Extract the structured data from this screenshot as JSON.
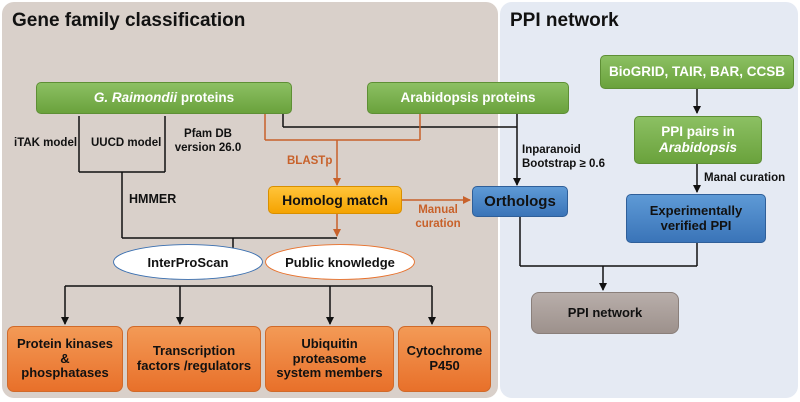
{
  "panels": {
    "left_title": "Gene family classification",
    "right_title": "PPI network"
  },
  "nodes": {
    "g_raimondii": {
      "italic": "G. Raimondii",
      "rest": " proteins"
    },
    "arabidopsis": "Arabidopsis proteins",
    "databases": "BioGRID, TAIR, BAR, CCSB",
    "ppi_pairs_line1": "PPI pairs in",
    "ppi_pairs_line2": "Arabidopsis",
    "exp_ppi_line1": "Experimentally",
    "exp_ppi_line2": "verified PPI",
    "homolog": "Homolog match",
    "orthologs": "Orthologs",
    "interproscan": "InterProScan",
    "public": "Public knowledge",
    "ppi_network": "PPI network",
    "protein_kinases": [
      "Protein kinases",
      "&",
      "phosphatases"
    ],
    "tf": [
      "Transcription",
      "factors /regulators"
    ],
    "ubiquitin": [
      "Ubiquitin",
      "proteasome",
      "system members"
    ],
    "cyto": [
      "Cytochrome",
      "P450"
    ]
  },
  "labels": {
    "itak": "iTAK model",
    "uucd": "UUCD model",
    "pfam1": "Pfam DB",
    "pfam2": "version 26.0",
    "hmmer": "HMMER",
    "blastp": "BLASTp",
    "manual1": "Manual",
    "manual2": "curation",
    "inparanoid1": "Inparanoid",
    "inparanoid2": "Bootstrap ≥  0.6",
    "manal": "Manal curation"
  },
  "colors": {
    "green": "#7cb24e",
    "blue": "#4a86c8",
    "orange": "#ee8240",
    "yellow": "#ffb81c",
    "gray": "#aaa09b",
    "arrow_orange": "#c8612a",
    "oval_blue": "#3a6fb0",
    "oval_orange": "#e8702a"
  }
}
